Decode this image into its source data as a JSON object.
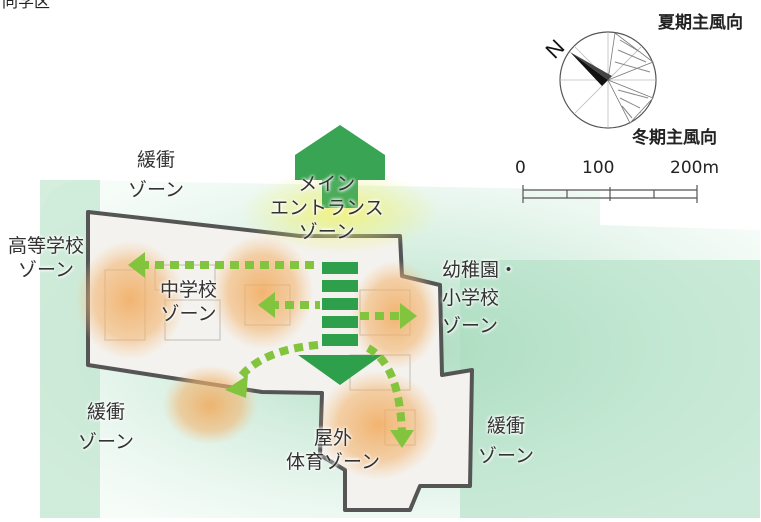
{
  "header": {
    "fragment": "同学区"
  },
  "compass": {
    "north_label": "N",
    "summer_wind": "夏期主風向",
    "winter_wind": "冬期主風向"
  },
  "scale": {
    "ticks": [
      "0",
      "100",
      "200m"
    ]
  },
  "zones": {
    "buffer_top": [
      "緩衝",
      "ゾーン"
    ],
    "main_entrance": [
      "メイン",
      "エントランス",
      "ゾーン"
    ],
    "high_school": [
      "高等学校",
      "ゾーン"
    ],
    "junior_high": [
      "中学校",
      "ゾーン"
    ],
    "kindergarten_elementary": [
      "幼稚園・",
      "小学校",
      "ゾーン"
    ],
    "buffer_left": [
      "緩衝",
      "ゾーン"
    ],
    "outdoor_sports": [
      "屋外",
      "体育ゾーン"
    ],
    "buffer_right": [
      "緩衝",
      "ゾーン"
    ]
  },
  "colors": {
    "green_buffer": "#b9e0c8",
    "entrance_arrow": "#2e9f4a",
    "zone_orange": "#f0b36a",
    "dotted_arrow": "#82c43e",
    "campus_outline": "#555555"
  }
}
